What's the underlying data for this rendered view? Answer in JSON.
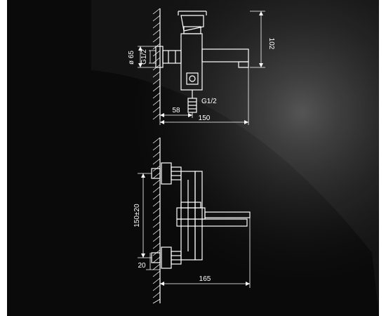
{
  "colors": {
    "background": "#0a0a0a",
    "line": "#ffffff"
  },
  "labels": {
    "height_102": "102",
    "diameter_65": "ø 65",
    "thread_left": "G1/2",
    "thread_bottom": "G1/2",
    "offset_58": "58",
    "length_150": "150",
    "spacing_150": "150±20",
    "wall_20": "20",
    "length_165": "165"
  }
}
